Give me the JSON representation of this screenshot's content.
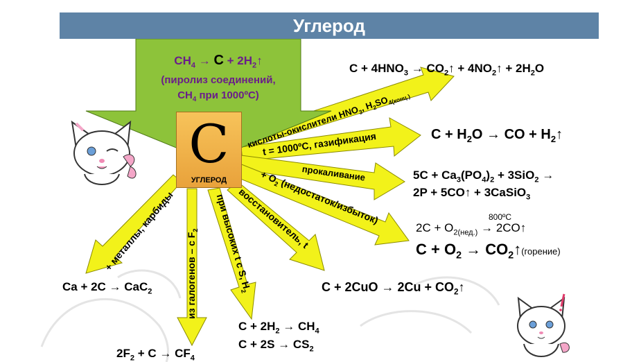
{
  "title": "Углерод",
  "element": {
    "symbol": "C",
    "name": "УГЛЕРОД"
  },
  "top_arrow": {
    "line1_a": "CH",
    "line1_sub_a": "4",
    "line1_b": " → ",
    "line1_c": "C",
    "line1_d": " + 2H",
    "line1_sub_b": "2",
    "line1_e": "↑",
    "line2": "(пиролиз соединений,",
    "line3_a": "CH",
    "line3_sub": "4",
    "line3_b": " при 1000ºC)"
  },
  "arrows": {
    "acids": {
      "a": "кислоты-окислители HNO",
      "sub_a": "3",
      "b": ", H",
      "sub_b": "2",
      "c": "SO",
      "sub_c": "4(конц.)"
    },
    "gasification": "t = 1000ºC, газификация",
    "calcination": "прокаливание",
    "oxygen": {
      "a": "+ O",
      "sub": "2",
      "b": " (недостаток/избыток)"
    },
    "reducer": "восстановитель, t",
    "high_t": {
      "a": "при высоких t c S, H",
      "sub": "2"
    },
    "halogens": {
      "a": "из галогенов – с F",
      "sub": "2"
    },
    "metals": "+ металлы, карбиды"
  },
  "equations": {
    "hno3": {
      "a": "C + 4HNO",
      "s1": "3",
      "b": " → CO",
      "s2": "2",
      "c": "↑ + 4NO",
      "s3": "2",
      "d": "↑ + 2H",
      "s4": "2",
      "e": "O"
    },
    "water": {
      "a": "C + H",
      "s1": "2",
      "b": "O → CO + H",
      "s2": "2",
      "c": "↑"
    },
    "phosphate_l1": {
      "a": "5C + Ca",
      "s1": "3",
      "b": "(PO",
      "s2": "4",
      "c": ")",
      "s3": "2",
      "d": " + 3SiO",
      "s4": "2",
      "e": " →"
    },
    "phosphate_l2": {
      "a": "2P + 5CO↑ + 3CaSiO",
      "s1": "3"
    },
    "temp_800": "800ºC",
    "co_partial": {
      "a": "2C + O",
      "s1": "2(нед.)",
      "b": " → 2CO↑"
    },
    "co2": {
      "a": "C + O",
      "s1": "2",
      "b": " → CO",
      "s2": "2",
      "c": "↑",
      "d": "(горение)"
    },
    "cuo": {
      "a": "C + 2CuO → 2Cu + CO",
      "s1": "2",
      "b": "↑"
    },
    "ch4": {
      "a": "C + 2H",
      "s1": "2",
      "b": " → CH",
      "s2": "4"
    },
    "cs2": {
      "a": "C + 2S → CS",
      "s1": "2"
    },
    "cac2": {
      "a": "Ca + 2C → CaC",
      "s1": "2"
    },
    "cf4": {
      "a": "2F",
      "s1": "2",
      "b": " + C → CF",
      "s2": "4"
    }
  },
  "colors": {
    "title_bg": "#5e83a6",
    "arrow_yellow": "#f2f21a",
    "top_green": "#8dc33a",
    "text_purple": "#6a1d8a"
  },
  "icons": [
    "cat-left-icon",
    "cat-right-icon"
  ]
}
